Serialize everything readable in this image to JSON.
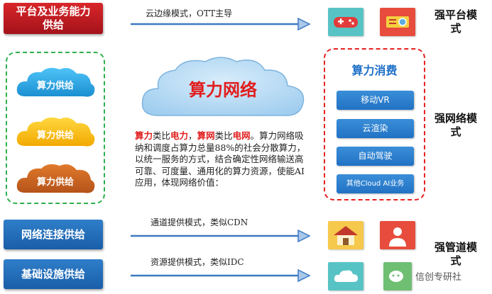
{
  "left": {
    "platform": "平台及业务能力供给",
    "clouds": [
      "算力供给",
      "算力供给",
      "算力供给"
    ],
    "network": "网络连接供给",
    "infra": "基础设施供给"
  },
  "arrows": {
    "top": "云边缘模式，OTT主导",
    "middle": "通道提供模式，类似CDN",
    "bottom": "资源提供模式，类似IDC"
  },
  "center": {
    "cloud_title": "算力网络",
    "desc": {
      "p1": "算力",
      "p2": "类比",
      "p3": "电力",
      "p4": "，",
      "p5": "算网",
      "p6": "类比",
      "p7": "电网",
      "p8": "。算力网络吸纳和调度占算力总量88%的社会分散算力，以统一服务的方式，结合确定性网络输送高可靠、可度量、通用化的算力资源，使能AI应用，体现网络价值："
    }
  },
  "consume": {
    "title": "算力消费",
    "items": [
      "移动VR",
      "云渲染",
      "自动驾驶",
      "其他Cloud AI业务"
    ]
  },
  "modes": {
    "platform": "强平台模式",
    "network": "强网络模式",
    "pipe": "强管道模式"
  },
  "watermark": "信创专研社",
  "icons": [
    "gamepad-icon",
    "projector-icon",
    "house-icon",
    "user-icon",
    "cloud-icon",
    "wechat-icon"
  ]
}
